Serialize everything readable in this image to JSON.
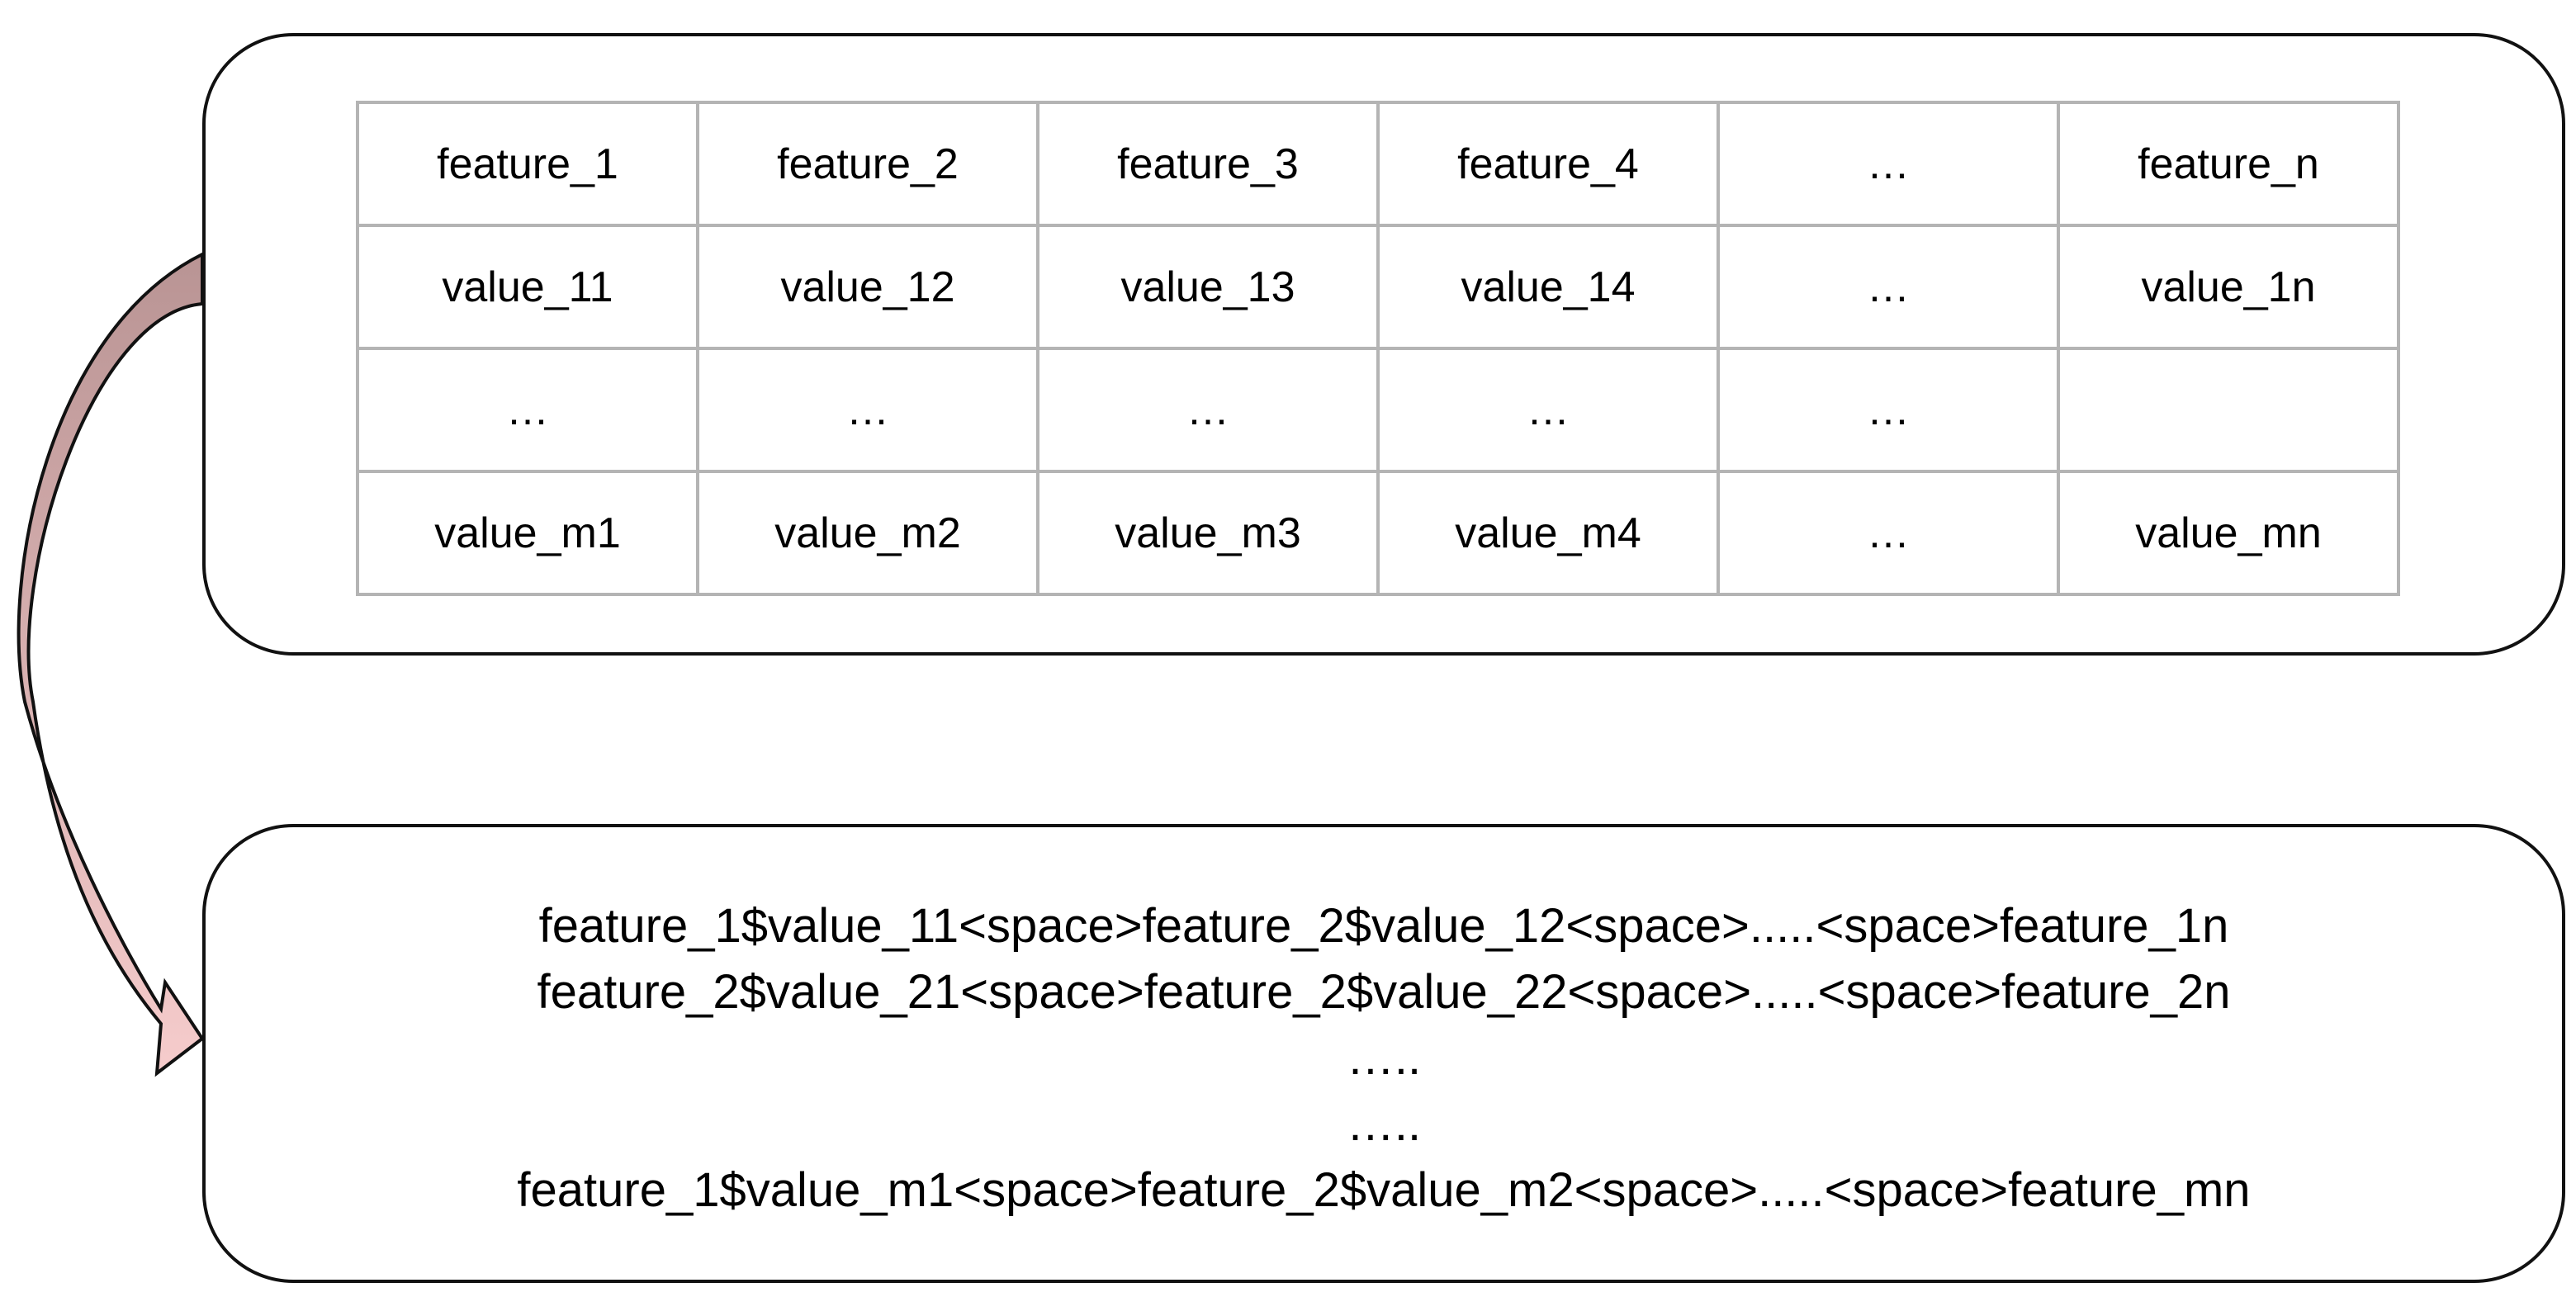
{
  "table": {
    "header": [
      "feature_1",
      "feature_2",
      "feature_3",
      "feature_4",
      "…",
      "feature_n"
    ],
    "rows": [
      [
        "value_11",
        "value_12",
        "value_13",
        "value_14",
        "…",
        "value_1n"
      ],
      [
        "…",
        "…",
        "…",
        "…",
        "…",
        ""
      ],
      [
        "value_m1",
        "value_m2",
        "value_m3",
        "value_m4",
        "…",
        "value_mn"
      ]
    ]
  },
  "encoded_lines": [
    "feature_1$value_11<space>feature_2$value_12<space>.....<space>feature_1n",
    "feature_2$value_21<space>feature_2$value_22<space>.....<space>feature_2n",
    "…..",
    "…..",
    "feature_1$value_m1<space>feature_2$value_m2<space>.....<space>feature_mn"
  ],
  "colors": {
    "arrow_top": "#b99494",
    "arrow_bottom": "#f6cccc",
    "arrow_stroke": "#111111",
    "box_border": "#111111",
    "grid_lines": "#b4b4b4"
  }
}
